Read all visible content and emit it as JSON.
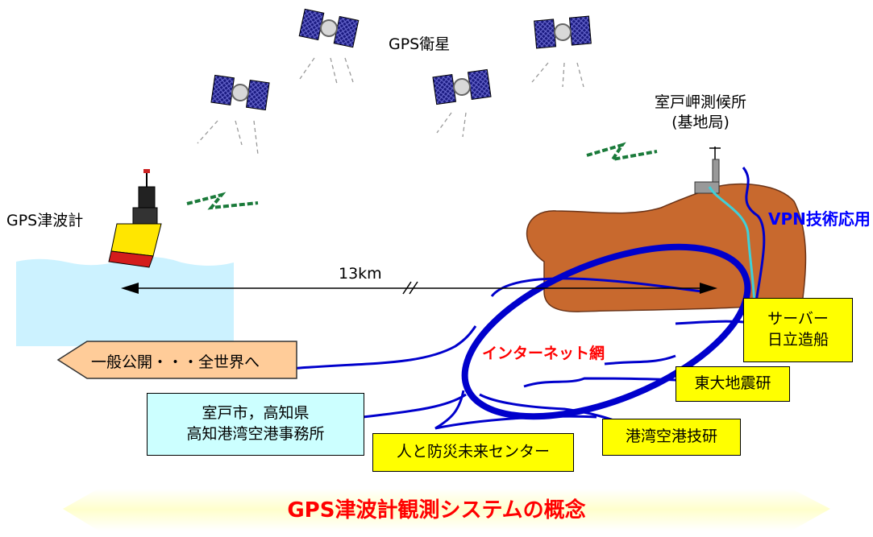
{
  "labels": {
    "satellites": "GPS衛星",
    "station_line1": "室戸岬測候所",
    "station_line2": "(基地局)",
    "buoy": "GPS津波計",
    "vpn": "VPN技術応用",
    "distance": "13km",
    "internet": "インターネット網",
    "public": "一般公開・・・全世界へ"
  },
  "boxes": {
    "server_line1": "サーバー",
    "server_line2": "日立造船",
    "eri": "東大地震研",
    "port": "港湾空港技研",
    "disaster": "人と防災未来センター",
    "muroto_line1": "室戸市，高知県",
    "muroto_line2": "高知港湾空港事務所"
  },
  "title": "GPS津波計観測システムの概念",
  "colors": {
    "network": "#0000cc",
    "land": "#c8692e",
    "sea": "#ccf2ff",
    "highlight_box": "#ffff00",
    "muroto_box": "#ccffff",
    "public_arrow": "#ffcc99",
    "title_text": "#ff0000",
    "title_band": "#ffffcc",
    "radio_wave": "#1a7a3a",
    "vpn_text": "#0000ff",
    "internet_text": "#ff0000"
  },
  "icons": [
    "satellite-icon",
    "buoy-icon",
    "antenna-tower-icon",
    "radio-wave-icon"
  ]
}
